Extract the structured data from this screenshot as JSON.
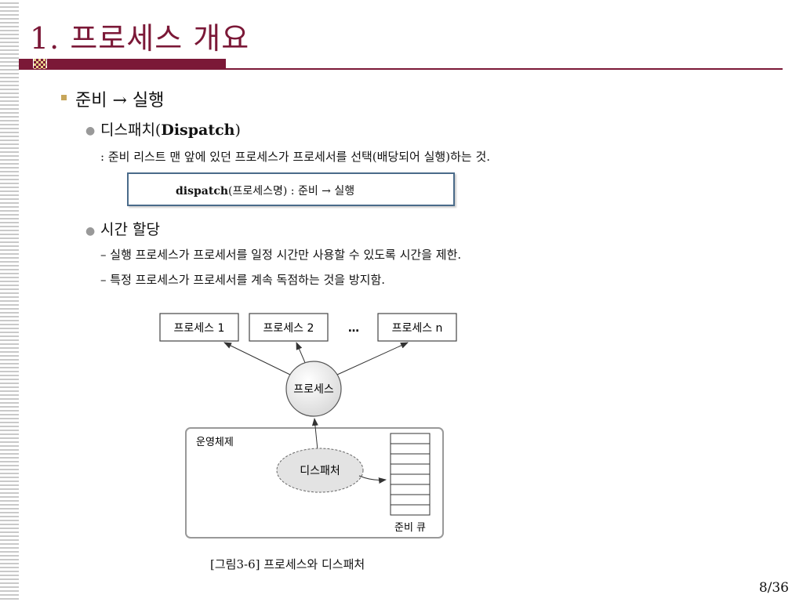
{
  "title": "1. 프로세스 개요",
  "section": {
    "heading": "준비 → 실행",
    "items": [
      {
        "label_prefix": "디스패치(",
        "label_bold": "Dispatch",
        "label_suffix": ")",
        "description": ": 준비 리스트 맨 앞에 있던 프로세스가 프로세서를 선택(배당되어 실행)하는 것.",
        "box_bold": "dispatch",
        "box_rest": "(프로세스명) : 준비 → 실행"
      },
      {
        "label": "시간 할당",
        "lines": [
          "– 실행 프로세스가 프로세서를 일정 시간만 사용할 수 있도록 시간을 제한.",
          "– 특정 프로세스가 프로세서를 계속 독점하는 것을 방지함."
        ]
      }
    ]
  },
  "diagram": {
    "processors": [
      "프로세스 1",
      "프로세스 2",
      "프로세스 n"
    ],
    "ellipsis": "…",
    "process_node": "프로세스",
    "os_label": "운영체제",
    "dispatcher": "디스패처",
    "queue_label": "준비 큐",
    "queue_slots": 8
  },
  "caption": "[그림3-6] 프로세스와 디스패처",
  "page": "8/36"
}
